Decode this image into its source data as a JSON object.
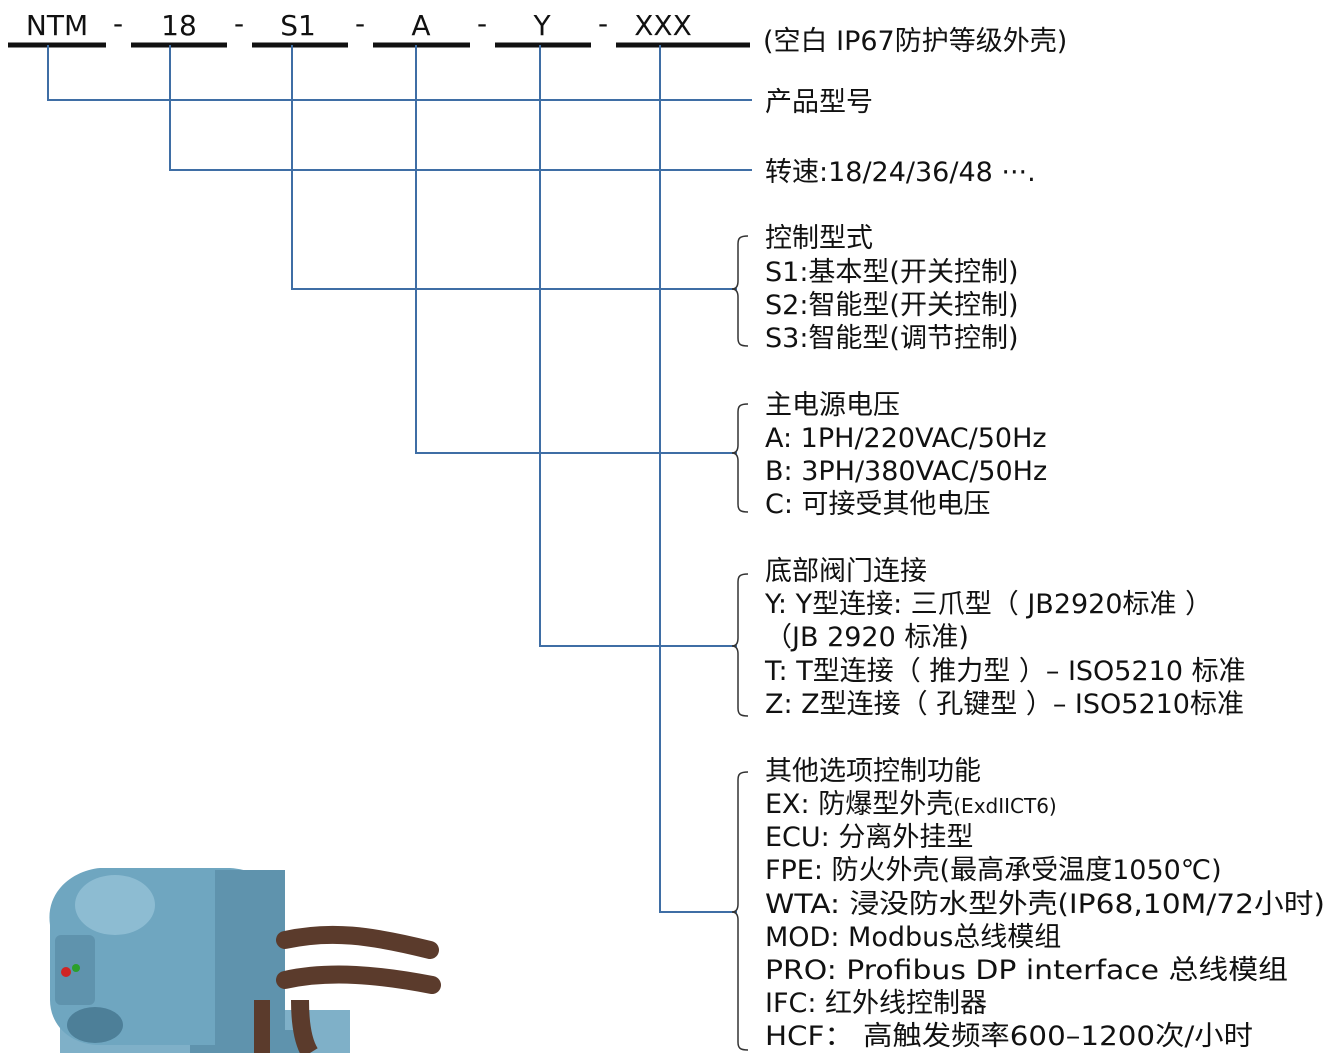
{
  "code": {
    "parts": [
      "NTM",
      "18",
      "S1",
      "A",
      "Y",
      "XXX"
    ],
    "dash": "-",
    "note": "(空白 IP67防护等级外壳)"
  },
  "fields": {
    "model": {
      "label": "产品型号"
    },
    "speed": {
      "label": "转速:18/24/36/48 ···."
    },
    "control": {
      "title": "控制型式",
      "items": [
        "S1:基本型(开关控制)",
        "S2:智能型(开关控制)",
        "S3:智能型(调节控制)"
      ]
    },
    "power": {
      "title": "主电源电压",
      "items": [
        "A: 1PH/220VAC/50Hz",
        "B: 3PH/380VAC/50Hz",
        "C: 可接受其他电压"
      ]
    },
    "valve": {
      "title": "底部阀门连接",
      "items": [
        "Y: Y型连接: 三爪型（ JB2920标准 ）",
        "（JB 2920 标准)",
        "T: T型连接（ 推力型 ）– ISO5210 标准",
        "Z: Z型连接（ 孔键型 ）– ISO5210标准"
      ]
    },
    "options": {
      "title": "其他选项控制功能",
      "ex_main": "EX: 防爆型外壳",
      "ex_sub": "(ExdIICT6)",
      "items": [
        "ECU: 分离外挂型",
        "FPE: 防火外壳(最高承受温度1050℃)",
        "WTA: 浸没防水型外壳(IP68,10M/72小时)",
        "MOD: Modbus总线模组",
        "PRO: Profibus DP interface 总线模组",
        "IFC: 红外线控制器",
        "HCF：  高触发频率600–1200次/小时"
      ]
    }
  },
  "colors": {
    "connector": "#3f6ea5",
    "text": "#111111",
    "actuator_body": "#6fa6c0",
    "cable": "#5b3b2c"
  }
}
